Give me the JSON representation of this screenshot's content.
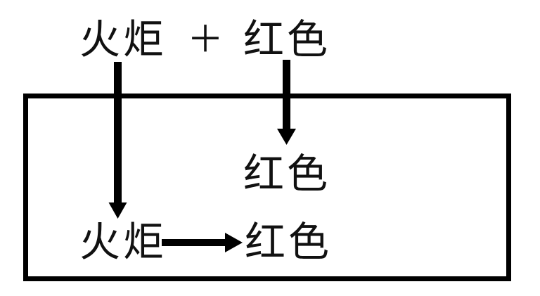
{
  "diagram": {
    "title_text": "火炬 ＋ 红色",
    "background_color": "#ffffff",
    "stroke_color": "#000000",
    "text_color": "#111111",
    "top_row": {
      "left_term": "火炬",
      "operator": "＋",
      "right_term": "红色"
    },
    "box": {
      "middle_term": "红色",
      "bottom_row": {
        "left_term": "火炬",
        "right_term": "红色"
      }
    },
    "arrows": [
      {
        "name": "left-down-arrow",
        "from_term": "火炬",
        "to_term": "火炬",
        "direction": "down"
      },
      {
        "name": "right-down-arrow",
        "from_term": "红色",
        "to_term": "红色",
        "direction": "down"
      },
      {
        "name": "bottom-right-arrow",
        "from_term": "火炬",
        "to_term": "红色",
        "direction": "right"
      }
    ]
  }
}
